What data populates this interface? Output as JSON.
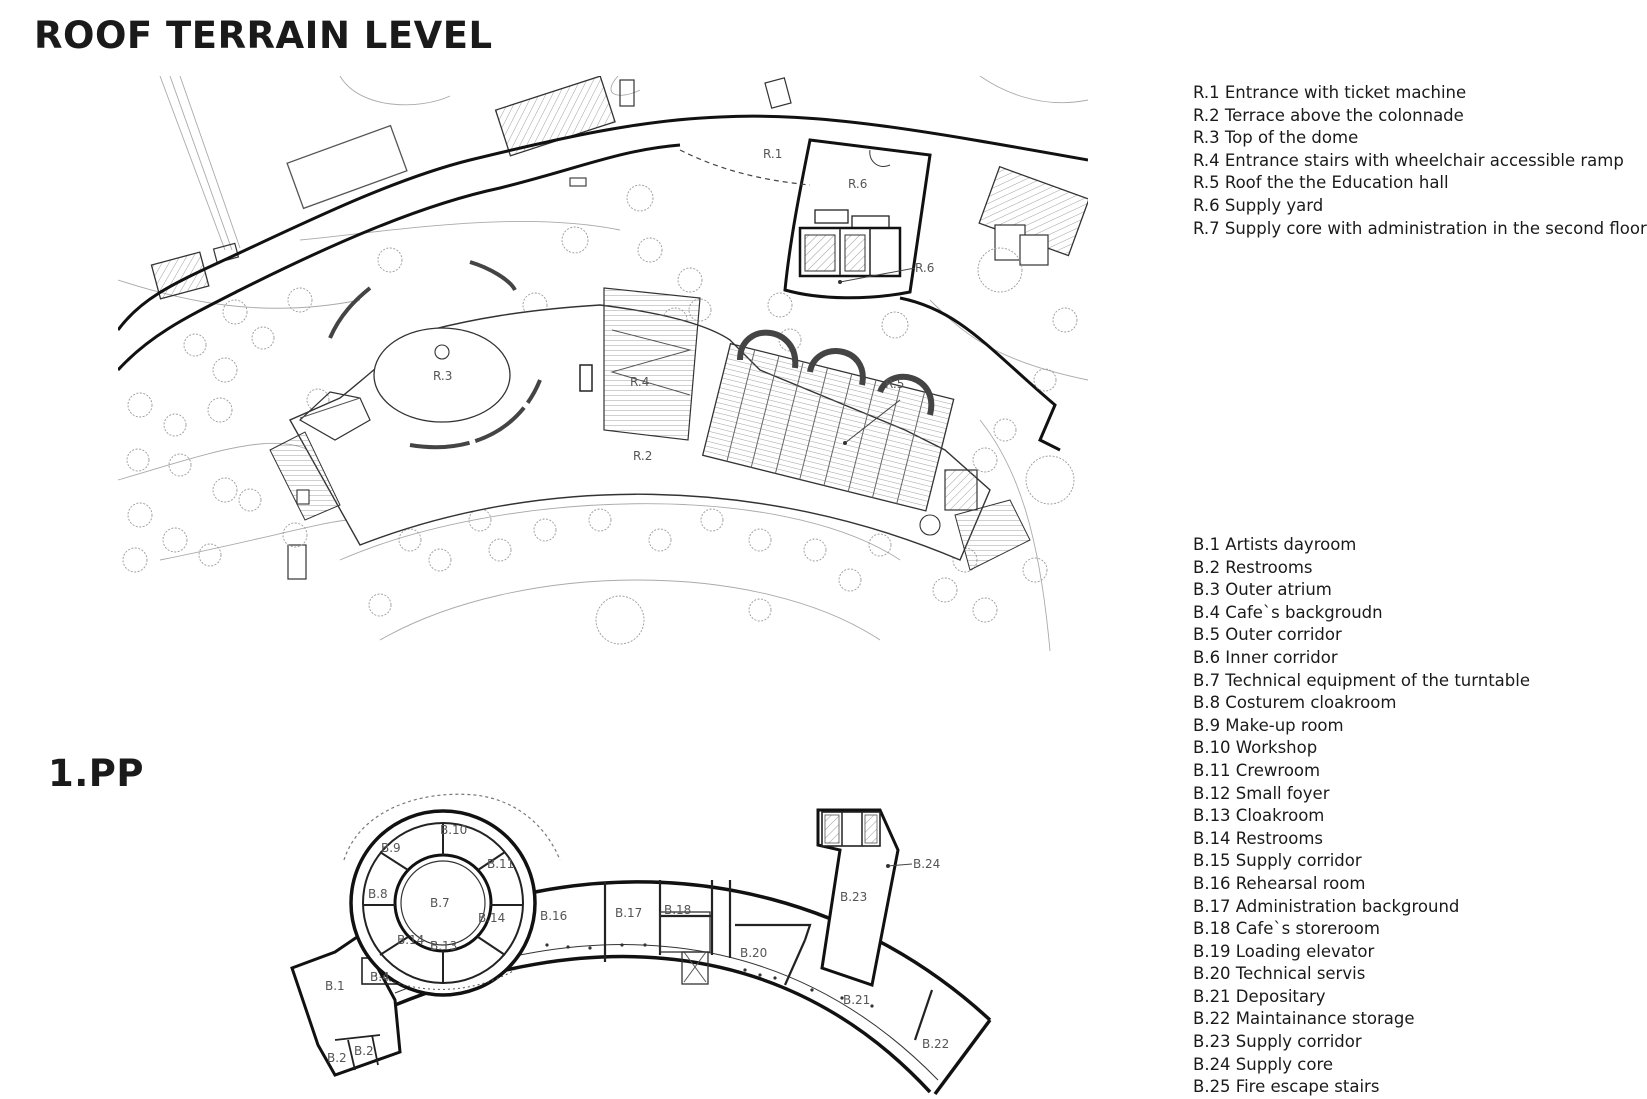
{
  "titles": {
    "roof": "ROOF TERRAIN LEVEL",
    "floor1": "1.PP"
  },
  "roof_legend": [
    "R.1 Entrance with ticket machine",
    "R.2 Terrace above the colonnade",
    "R.3 Top of the dome",
    "R.4 Entrance stairs with wheelchair accessible ramp",
    "R.5 Roof the the Education hall",
    "R.6 Supply yard",
    "R.7 Supply core with administration in the second floor"
  ],
  "floor_legend": [
    "B.1 Artists dayroom",
    "B.2 Restrooms",
    "B.3 Outer atrium",
    "B.4 Cafe`s backgroudn",
    "B.5 Outer corridor",
    "B.6 Inner corridor",
    "B.7 Technical equipment of the turntable",
    "B.8 Costurem cloakroom",
    "B.9 Make-up room",
    "B.10 Workshop",
    "B.11 Crewroom",
    "B.12 Small foyer",
    "B.13 Cloakroom",
    "B.14 Restrooms",
    "B.15 Supply corridor",
    "B.16 Rehearsal room",
    "B.17 Administration background",
    "B.18 Cafe`s storeroom",
    "B.19 Loading elevator",
    "B.20 Technical servis",
    "B.21 Depositary",
    "B.22 Maintainance storage",
    "B.23 Supply corridor",
    "B.24 Supply core",
    "B.25 Fire escape stairs"
  ],
  "roof_plan_labels": {
    "r1": "R.1",
    "r2": "R.2",
    "r3": "R.3",
    "r4": "R.4",
    "r5": "R.5",
    "r6a": "R.6",
    "r6b": "R.6"
  },
  "floor_plan_labels": {
    "b1": "B.1",
    "b2a": "B.2",
    "b2b": "B.2",
    "b4": "B.4",
    "b7": "B.7",
    "b8": "B.8",
    "b9": "B.9",
    "b10": "B.10",
    "b11": "B.11",
    "b13": "B.13",
    "b14a": "B.14",
    "b14b": "B.14",
    "b16": "B.16",
    "b17": "B.17",
    "b18": "B.18",
    "b20": "B.20",
    "b21": "B.21",
    "b22": "B.22",
    "b23": "B.23",
    "b24": "B.24"
  }
}
